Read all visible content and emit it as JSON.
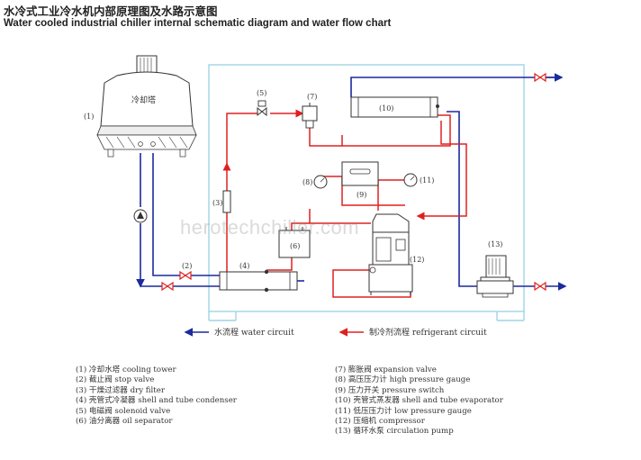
{
  "header": {
    "title_cn": "水冷式工业冷水机内部原理图及水路示意图",
    "title_en": "Water cooled industrial chiller internal schematic diagram and water flow chart"
  },
  "watermark": "herotechchiller.com",
  "diagram": {
    "tower_label": "冷却塔",
    "numbers": {
      "n1": "(1)",
      "n2": "(2)",
      "n3": "(3)",
      "n4": "(4)",
      "n5": "(5)",
      "n6": "(6)",
      "n7": "(7)",
      "n8": "(8)",
      "n9": "(9)",
      "n10": "(10)",
      "n11": "(11)",
      "n12": "(12)",
      "n13": "(13)"
    },
    "legend_water": "水流程 water circuit",
    "legend_refrigerant": "制冷剂流程 refrigerant circuit",
    "colors": {
      "water": "#1b2a9c",
      "refrigerant": "#e02020",
      "frame": "#9fd4e6",
      "valve": "#e02020"
    }
  },
  "components_left": [
    "(1) 冷却水塔 cooling tower",
    "(2) 截止阀 stop valve",
    "(3) 干燥过滤器 dry filter",
    "(4) 壳管式冷凝器 shell and tube condenser",
    "(5) 电磁阀 solenoid valve",
    "(6) 油分离器 oil separator"
  ],
  "components_right": [
    "(7) 膨胀阀 expansion valve",
    "(8) 高压压力计 high pressure gauge",
    "(9) 压力开关 pressure switch",
    "(10) 壳管式蒸发器 shell and tube evaporator",
    "(11) 低压压力计 low pressure gauge",
    "(12) 压缩机 compressor",
    "(13) 循环水泵 circulation pump"
  ]
}
